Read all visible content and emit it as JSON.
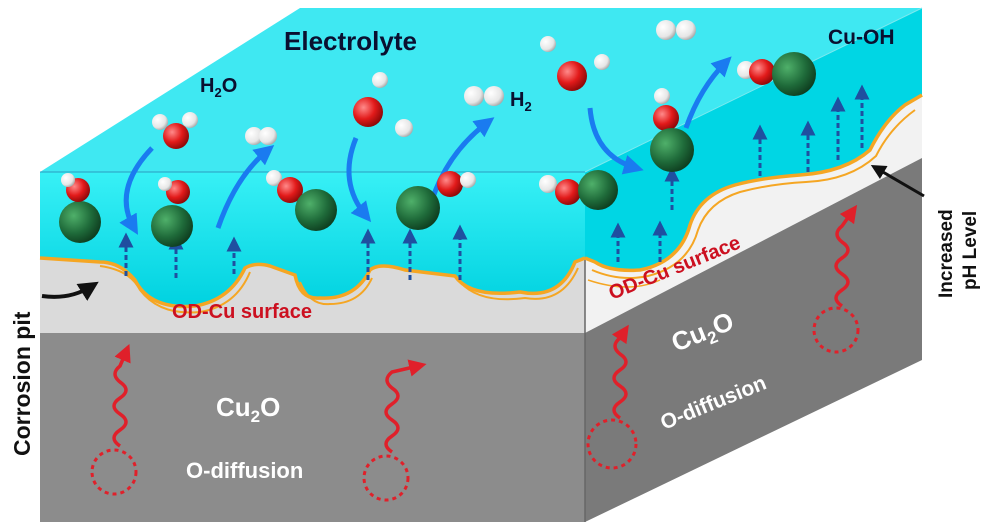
{
  "labels": {
    "electrolyte": "Electrolyte",
    "h2o": "H",
    "h2o_sub": "2",
    "h2o_o": "O",
    "h2": "H",
    "h2_sub": "2",
    "cu_oh": "Cu-OH",
    "od_cu_left": "OD-Cu surface",
    "od_cu_right": "OD-Cu surface",
    "corrosion_pit": "Corrosion pit",
    "increased": "Increased",
    "ph_level": "pH Level",
    "cu2o_front": "Cu",
    "cu2o_front_sub": "2",
    "cu2o_front_o": "O",
    "cu2o_side": "Cu",
    "cu2o_side_sub": "2",
    "cu2o_side_o": "O",
    "o_diffusion_front": "O-diffusion",
    "o_diffusion_side": "O-diffusion"
  },
  "colors": {
    "electrolyte": "#00e0ec",
    "electrolyte_dark": "#00c4d6",
    "slab_light": "#dcdcdc",
    "slab_dark": "#8e8e8e",
    "side_light": "#f0f0f0",
    "side_dark": "#7c7c7c",
    "surface_line": "#f5a623",
    "label_red": "#cc1020",
    "diffusion_red": "#e0202a",
    "cu_green": "#1f6b3a",
    "oxygen_red": "#e21a1a",
    "hydrogen_white": "#f2f2f2",
    "arrow_blue": "#1a7bf0",
    "dash_blue": "#1f4fa0"
  }
}
